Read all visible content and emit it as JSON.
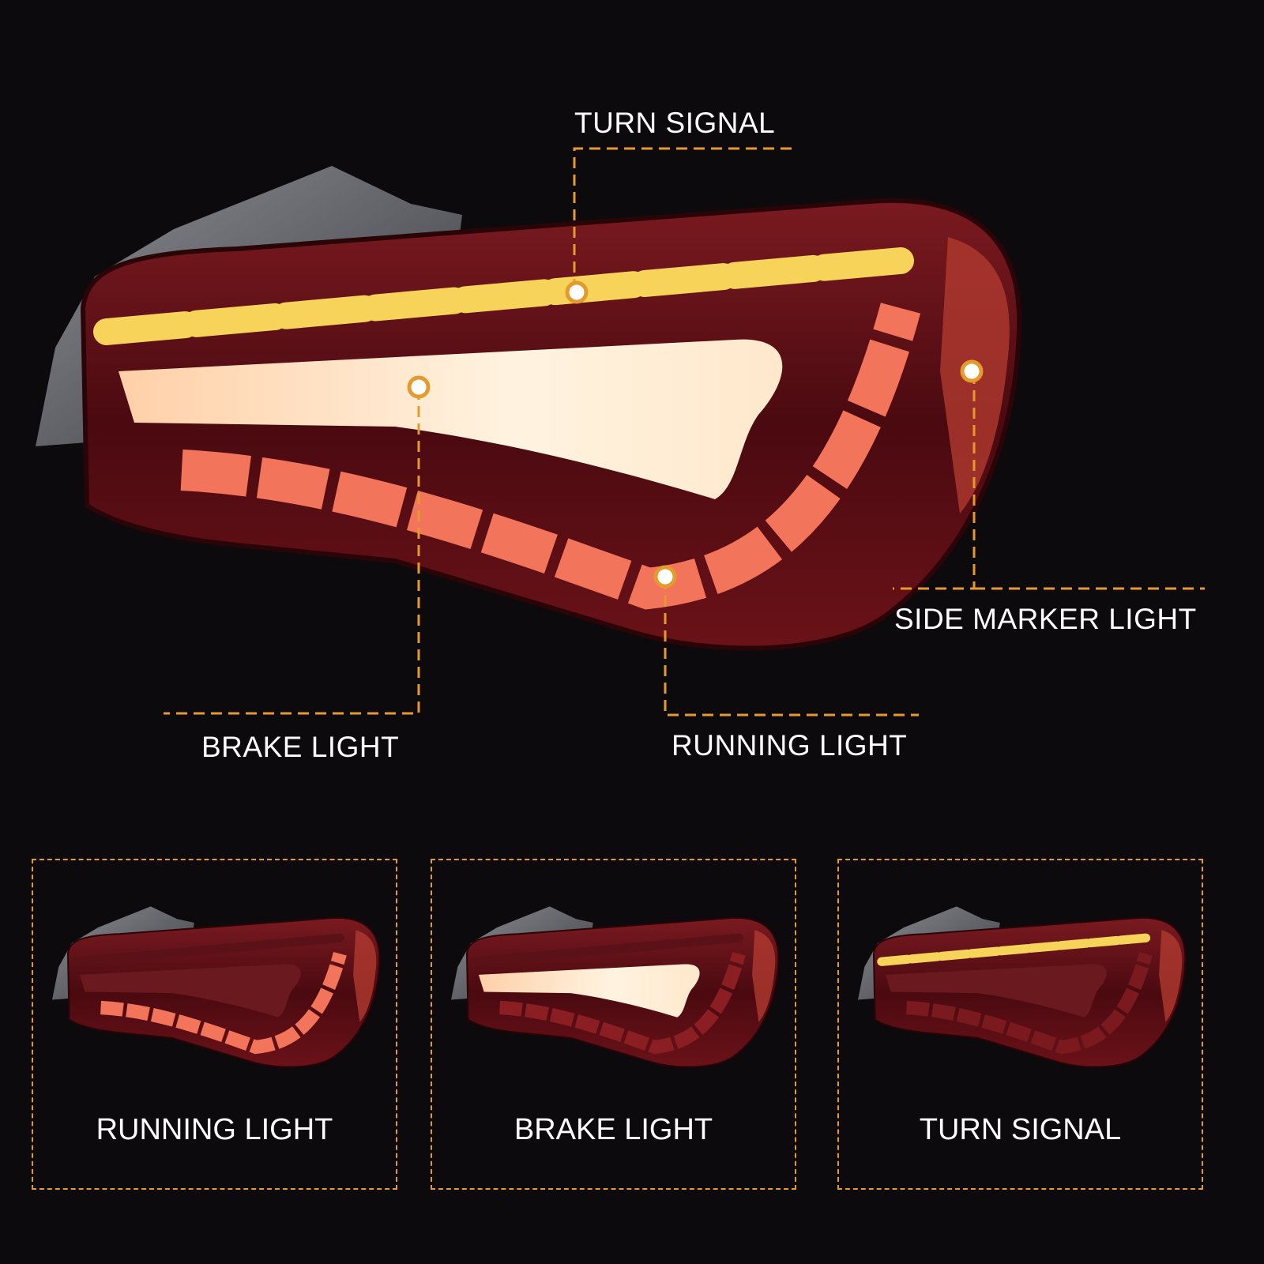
{
  "callouts": {
    "turn_signal": "TURN SIGNAL",
    "brake_light": "BRAKE LIGHT",
    "running_light": "RUNNING LIGHT",
    "side_marker_light": "SIDE MARKER LIGHT"
  },
  "panels": [
    {
      "label": "RUNNING LIGHT"
    },
    {
      "label": "BRAKE LIGHT"
    },
    {
      "label": "TURN SIGNAL"
    }
  ],
  "colors": {
    "background": "#0d0a0d",
    "accent": "#e59a2e",
    "turn": "#f7d35a",
    "running": "#f2745a",
    "lens": "#5a0d14"
  }
}
